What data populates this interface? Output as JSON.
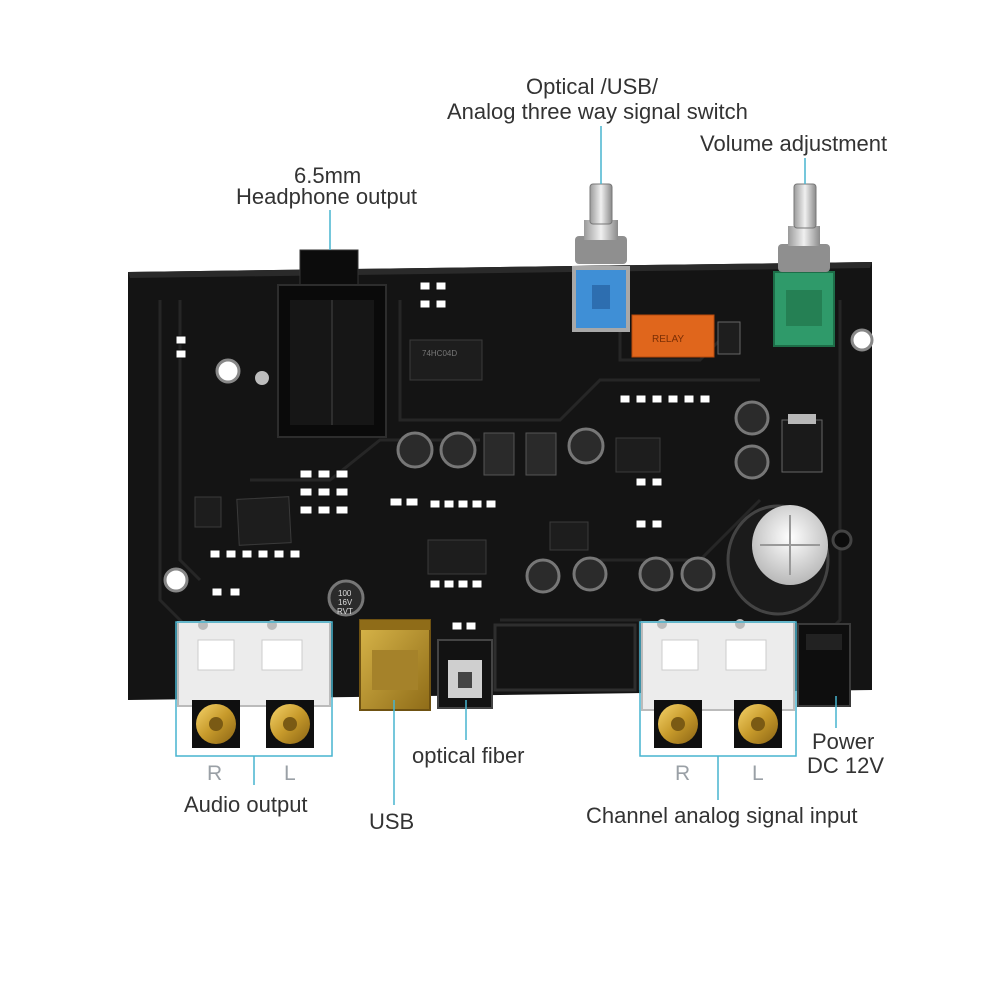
{
  "labels": {
    "switch_line1": "Optical /USB/",
    "switch_line2": "Analog three way signal switch",
    "volume": "Volume adjustment",
    "headphone_line1": "6.5mm",
    "headphone_line2": "Headphone output",
    "audio_output": "Audio output",
    "usb": "USB",
    "optical": "optical fiber",
    "channel_input": "Channel analog signal input",
    "power_line1": "Power",
    "power_line2": "DC 12V",
    "r_out": "R",
    "l_out": "L",
    "r_in": "R",
    "l_in": "L"
  },
  "board_markings": {
    "cap_line1": "100",
    "cap_line2": "16V",
    "cap_line3": "RVT",
    "chip_main": "74HC04D",
    "relay": "RELAY"
  },
  "colors": {
    "callout_line": "#47b4cf",
    "board": "#141414",
    "trace": "#222222",
    "switch_blue": "#3f8fd6",
    "pot_green": "#2f9a6a",
    "relay_orange": "#e0661c",
    "rca_gold": "#c79a2b",
    "usb_gold": "#b8942d"
  },
  "icons": {
    "headphone_jack": "headphone-jack-icon",
    "usb_port": "usb-port-icon",
    "optical_port": "optical-port-icon",
    "rca_jack": "rca-jack-icon",
    "dc_jack": "dc-power-jack-icon"
  }
}
